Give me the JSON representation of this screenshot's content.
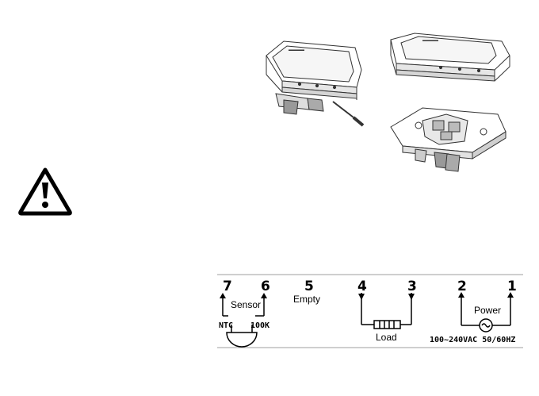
{
  "wiring": {
    "terminals": [
      {
        "number": "7"
      },
      {
        "number": "6"
      },
      {
        "number": "5"
      },
      {
        "number": "4"
      },
      {
        "number": "3"
      },
      {
        "number": "2"
      },
      {
        "number": "1"
      }
    ],
    "sensor_label": "Sensor",
    "ntc_label": "NTC",
    "k100_label": "100K",
    "empty_label": "Empty",
    "load_label": "Load",
    "power_label": "Power",
    "power_rating": "100~240VAC 50/60HZ"
  },
  "icons": {
    "warning": "warning-triangle-icon",
    "ac_source": "ac-source-icon"
  }
}
